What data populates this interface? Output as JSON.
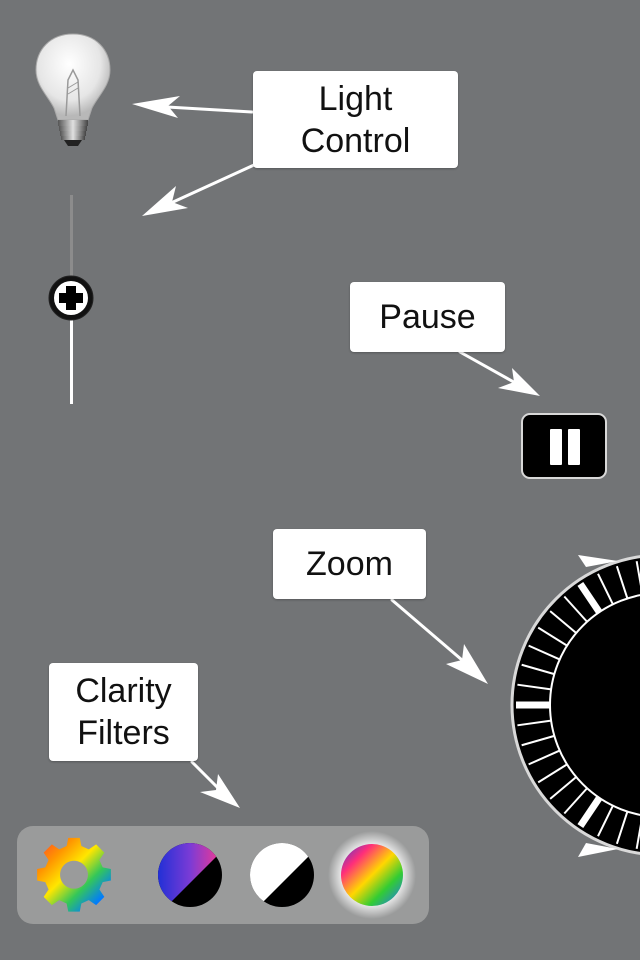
{
  "callouts": {
    "light": {
      "line1": "Light",
      "line2": "Control"
    },
    "pause": "Pause",
    "zoom": "Zoom",
    "clarity": {
      "line1": "Clarity",
      "line2": "Filters"
    }
  },
  "controls": {
    "light_icon": "light-bulb-icon",
    "light_slider_icon": "plus-icon",
    "pause_icon": "pause-icon",
    "zoom_dial_icon": "zoom-dial",
    "settings_icon": "rainbow-gear-icon",
    "filters": [
      {
        "name": "color-black-filter",
        "colors": [
          "#1c47d6",
          "#e63c9a",
          "#000000"
        ]
      },
      {
        "name": "white-black-filter",
        "colors": [
          "#ffffff",
          "#000000"
        ]
      },
      {
        "name": "full-color-filter",
        "colors": [
          "#8a2be2",
          "#ff2d7a",
          "#ffd700",
          "#33cc33",
          "#1f6fff"
        ],
        "selected": true
      }
    ]
  },
  "colors": {
    "background": "#727476",
    "callout_bg": "#ffffff",
    "arrow": "#ffffff",
    "tray": "#9a9b9b"
  }
}
